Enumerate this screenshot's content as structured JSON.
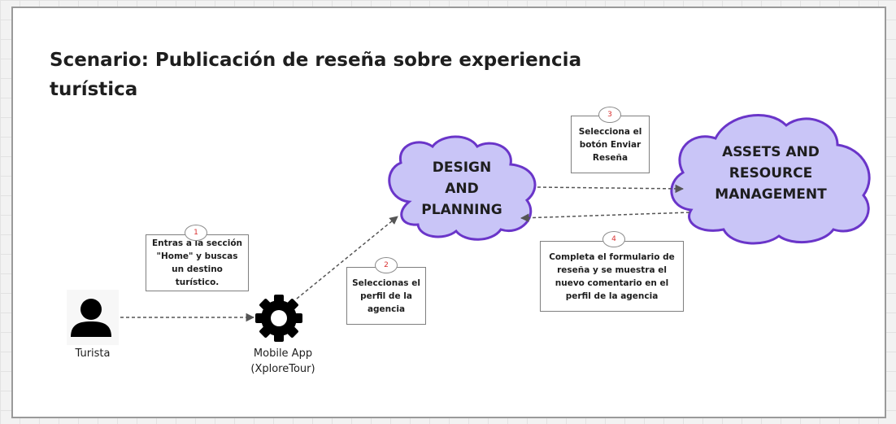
{
  "title": "Scenario: Publicación de reseña sobre experiencia\nturística",
  "actors": {
    "tourist": {
      "label": "Turista",
      "icon": "person-icon"
    },
    "app": {
      "label": "Mobile App\n(XploreTour)",
      "icon": "gear-icon"
    }
  },
  "clouds": {
    "design": {
      "label": "DESIGN\nAND\nPLANNING"
    },
    "assets": {
      "label": "ASSETS AND\nRESOURCE\nMANAGEMENT"
    }
  },
  "steps": [
    {
      "number": "1",
      "text": "Entras a la sección \"Home\" y buscas un destino turístico."
    },
    {
      "number": "2",
      "text": "Seleccionas el perfil de la agencia"
    },
    {
      "number": "3",
      "text": "Selecciona el botón Enviar Reseña"
    },
    {
      "number": "4",
      "text": "Completa el formulario de reseña y se muestra el nuevo comentario en el perfil de la agencia"
    }
  ],
  "colors": {
    "cloud_fill": "#c9c5f7",
    "cloud_stroke": "#6a35c9",
    "badge_number": "#d93030",
    "arrow": "#555555"
  }
}
